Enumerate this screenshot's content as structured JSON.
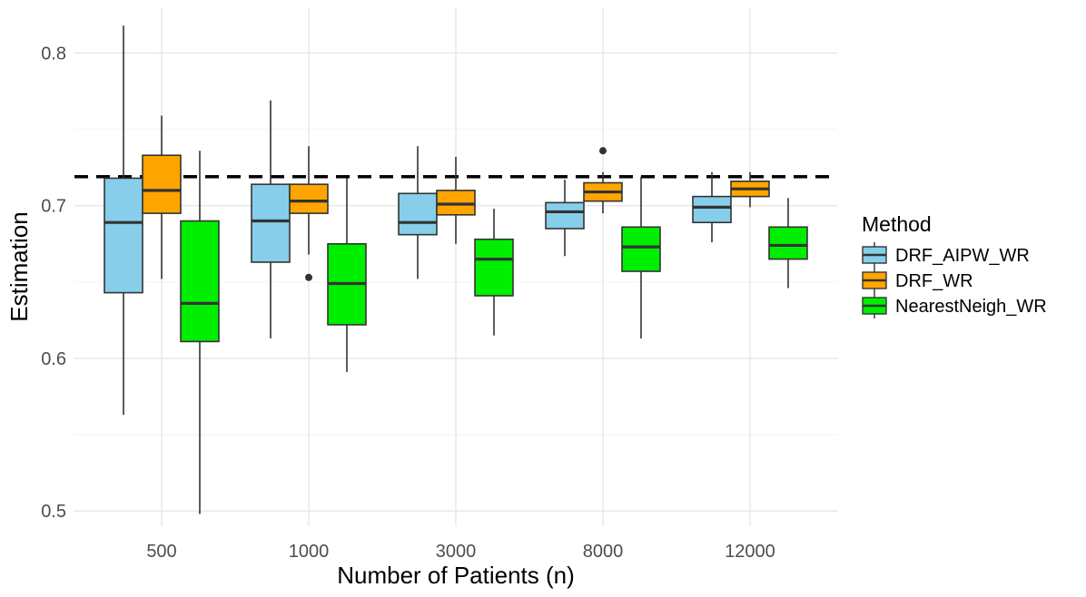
{
  "chart_data": {
    "type": "boxplot",
    "categories": [
      "500",
      "1000",
      "3000",
      "8000",
      "12000"
    ],
    "xlabel": "Number of Patients (n)",
    "ylabel": "Estimation",
    "ylim": [
      0.49,
      0.83
    ],
    "yticks": [
      0.5,
      0.6,
      0.7,
      0.8
    ],
    "ytick_labels": [
      "0.5",
      "0.6",
      "0.7",
      "0.8"
    ],
    "reference_line": 0.719,
    "grid": true,
    "legend": {
      "title": "Method",
      "position": "right"
    },
    "series": [
      {
        "name": "DRF_AIPW_WR",
        "color": "#87CEEB",
        "boxes": [
          {
            "min": 0.563,
            "q1": 0.643,
            "median": 0.689,
            "q3": 0.718,
            "max": 0.818,
            "outliers": []
          },
          {
            "min": 0.613,
            "q1": 0.663,
            "median": 0.69,
            "q3": 0.714,
            "max": 0.769,
            "outliers": []
          },
          {
            "min": 0.652,
            "q1": 0.681,
            "median": 0.689,
            "q3": 0.708,
            "max": 0.739,
            "outliers": []
          },
          {
            "min": 0.667,
            "q1": 0.685,
            "median": 0.696,
            "q3": 0.702,
            "max": 0.717,
            "outliers": []
          },
          {
            "min": 0.676,
            "q1": 0.689,
            "median": 0.699,
            "q3": 0.706,
            "max": 0.722,
            "outliers": []
          }
        ]
      },
      {
        "name": "DRF_WR",
        "color": "#FFA500",
        "boxes": [
          {
            "min": 0.652,
            "q1": 0.695,
            "median": 0.71,
            "q3": 0.733,
            "max": 0.759,
            "outliers": []
          },
          {
            "min": 0.668,
            "q1": 0.695,
            "median": 0.703,
            "q3": 0.714,
            "max": 0.739,
            "outliers": [
              0.653
            ]
          },
          {
            "min": 0.675,
            "q1": 0.694,
            "median": 0.701,
            "q3": 0.71,
            "max": 0.732,
            "outliers": []
          },
          {
            "min": 0.695,
            "q1": 0.703,
            "median": 0.709,
            "q3": 0.715,
            "max": 0.722,
            "outliers": [
              0.736
            ]
          },
          {
            "min": 0.699,
            "q1": 0.706,
            "median": 0.711,
            "q3": 0.716,
            "max": 0.722,
            "outliers": []
          }
        ]
      },
      {
        "name": "NearestNeigh_WR",
        "color": "#00EE00",
        "boxes": [
          {
            "min": 0.498,
            "q1": 0.611,
            "median": 0.636,
            "q3": 0.69,
            "max": 0.736,
            "outliers": []
          },
          {
            "min": 0.591,
            "q1": 0.622,
            "median": 0.649,
            "q3": 0.675,
            "max": 0.718,
            "outliers": []
          },
          {
            "min": 0.615,
            "q1": 0.641,
            "median": 0.665,
            "q3": 0.678,
            "max": 0.698,
            "outliers": []
          },
          {
            "min": 0.613,
            "q1": 0.657,
            "median": 0.673,
            "q3": 0.686,
            "max": 0.719,
            "outliers": []
          },
          {
            "min": 0.646,
            "q1": 0.665,
            "median": 0.674,
            "q3": 0.686,
            "max": 0.705,
            "outliers": []
          }
        ]
      }
    ]
  }
}
